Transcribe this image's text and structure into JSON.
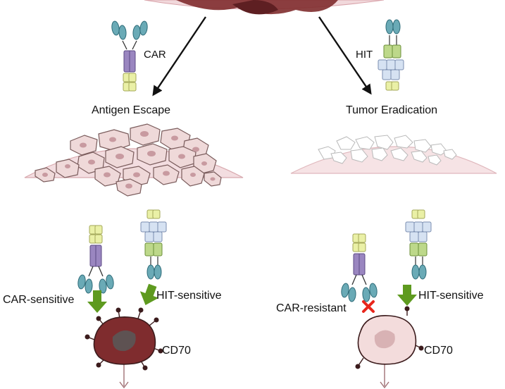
{
  "top": {
    "left_receptor_label": "CAR",
    "right_receptor_label": "HIT",
    "left_outcome": "Antigen Escape",
    "right_outcome": "Tumor Eradication"
  },
  "bottom": {
    "left_label": "CAR-sensitive",
    "left_hit_label": "HIT-sensitive",
    "left_antigen_label": "CD70",
    "right_label": "CAR-resistant",
    "right_hit_label": "HIT-sensitive",
    "right_antigen_label": "CD70"
  },
  "colors": {
    "arrow_green": "#5e9a1f",
    "cross_red": "#e8261c",
    "tumor_dark": "#7f2c2e",
    "tumor_light": "#f3dcdc",
    "car_purple": "#9a86c0",
    "receptor_teal": "#6aaab6",
    "hit_green": "#bdd88a",
    "hit_blue": "#d6e2f2",
    "chain_yellow": "#eaf0a6"
  }
}
